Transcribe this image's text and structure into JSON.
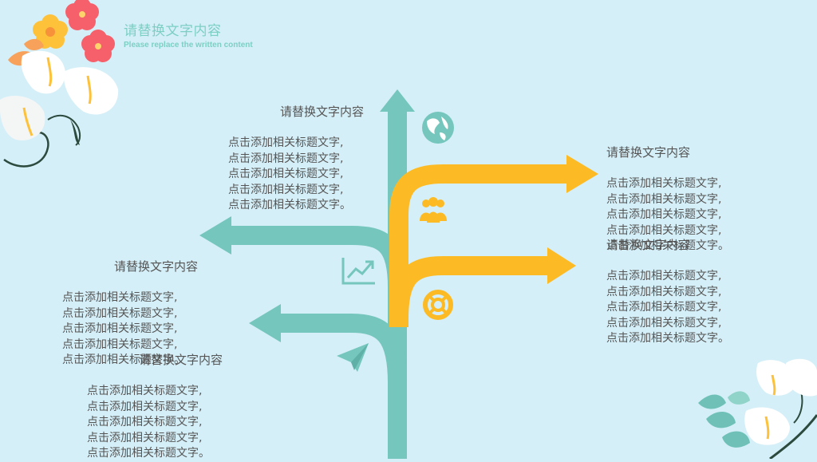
{
  "header": {
    "title": "请替换文字内容",
    "subtitle": "Please replace the written content"
  },
  "colors": {
    "background": "#d5eff8",
    "teal": "#75c6bd",
    "yellow": "#fcbb24",
    "title": "#7dcfc4"
  },
  "blocks": [
    {
      "heading": "请替换文字内容",
      "lines": [
        "点击添加相关标题文字,",
        "点击添加相关标题文字,",
        "点击添加相关标题文字,",
        "点击添加相关标题文字,",
        "点击添加相关标题文字。"
      ]
    },
    {
      "heading": "请替换文字内容",
      "lines": [
        "点击添加相关标题文字,",
        "点击添加相关标题文字,",
        "点击添加相关标题文字,",
        "点击添加相关标题文字,",
        "点击添加相关标题文字。"
      ]
    },
    {
      "heading": "请替换文字内容",
      "lines": [
        "点击添加相关标题文字,",
        "点击添加相关标题文字,",
        "点击添加相关标题文字,",
        "点击添加相关标题文字,",
        "点击添加相关标题文字。"
      ]
    },
    {
      "heading": "请替换文字内容",
      "lines": [
        "点击添加相关标题文字,",
        "点击添加相关标题文字,",
        "点击添加相关标题文字,",
        "点击添加相关标题文字,",
        "点击添加相关标题文字。"
      ]
    },
    {
      "heading": "请替换文字内容",
      "lines": [
        "点击添加相关标题文字,",
        "点击添加相关标题文字,",
        "点击添加相关标题文字,",
        "点击添加相关标题文字,",
        "点击添加相关标题文字。"
      ]
    }
  ],
  "icons": [
    "globe-icon",
    "users-icon",
    "chart-icon",
    "lifebuoy-icon",
    "paper-plane-icon"
  ],
  "decorations": [
    "flower-cluster-top-left",
    "flower-cluster-bottom-right"
  ]
}
